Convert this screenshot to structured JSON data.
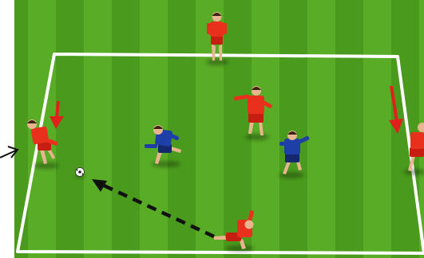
{
  "colors": {
    "grass_light": "#5fb62a",
    "grass_dark": "#4a9a1c",
    "line_white": "#ffffff",
    "team_red": "#e8301c",
    "team_red_shorts": "#c61e10",
    "team_blue": "#1f3fa8",
    "team_blue_shorts": "#14286e",
    "arrow_red": "#e0201a",
    "pass_arrow": "#111111",
    "skin": "#e9b58f",
    "hair": "#3a2416"
  },
  "icons": {
    "ball": "soccer-ball-icon",
    "outside_arrow": "open-arrow-icon"
  },
  "players": [
    {
      "team": "red",
      "role": "outside-server-top",
      "pose": "stand"
    },
    {
      "team": "red",
      "role": "left-line-player",
      "pose": "run-left"
    },
    {
      "team": "red",
      "role": "right-line-player",
      "pose": "run-right"
    },
    {
      "team": "red",
      "role": "center-player",
      "pose": "reach"
    },
    {
      "team": "red",
      "role": "bottom-passer",
      "pose": "kick"
    },
    {
      "team": "blue",
      "role": "defender-left",
      "pose": "run-left"
    },
    {
      "team": "blue",
      "role": "defender-right",
      "pose": "run"
    }
  ],
  "movement_arrows": [
    {
      "color": "red",
      "direction": "down",
      "player_role": "left-line-player"
    },
    {
      "color": "red",
      "direction": "down",
      "player_role": "right-line-player"
    }
  ],
  "pass": {
    "from_role": "bottom-passer",
    "to": "ball",
    "style": "dashed"
  }
}
